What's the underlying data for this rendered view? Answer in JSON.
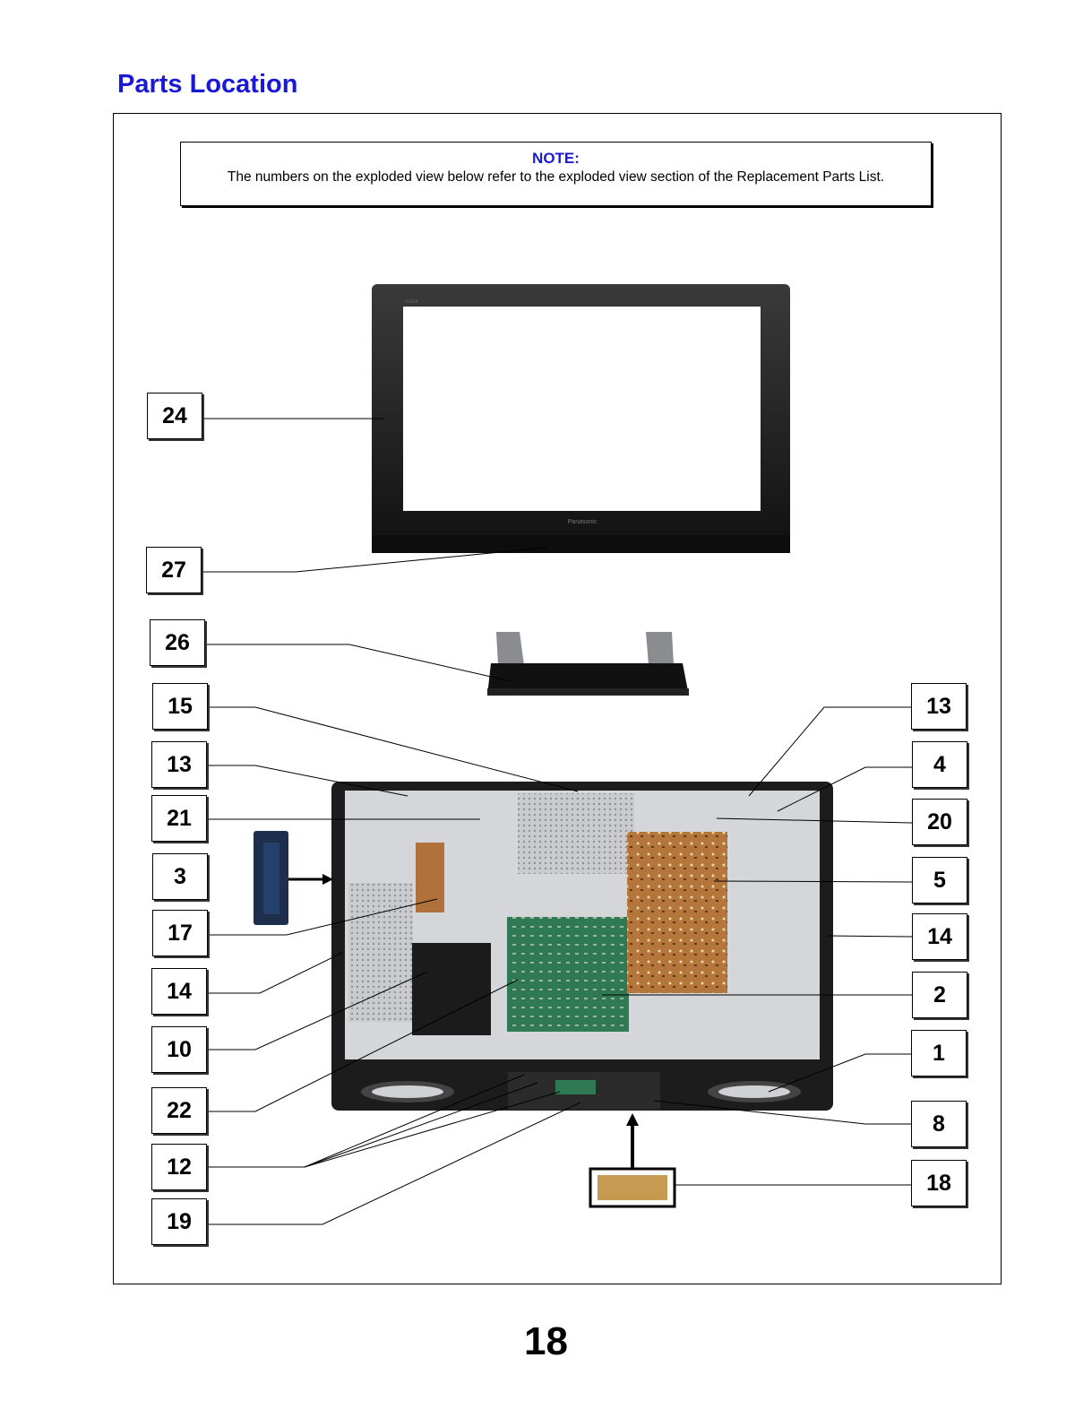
{
  "page": {
    "title": "Parts Location",
    "page_number": "18"
  },
  "note": {
    "heading": "NOTE:",
    "text": "The numbers on the exploded view below refer to the exploded view section of the Replacement Parts List."
  },
  "callouts": {
    "left": [
      "24",
      "27",
      "26",
      "15",
      "13",
      "21",
      "3",
      "17",
      "14",
      "10",
      "22",
      "12",
      "19"
    ],
    "right": [
      "13",
      "4",
      "20",
      "5",
      "14",
      "2",
      "1",
      "8",
      "18"
    ]
  },
  "images": {
    "front_panel_brand": "Panasonic",
    "front_panel_badge": "VIERA"
  }
}
